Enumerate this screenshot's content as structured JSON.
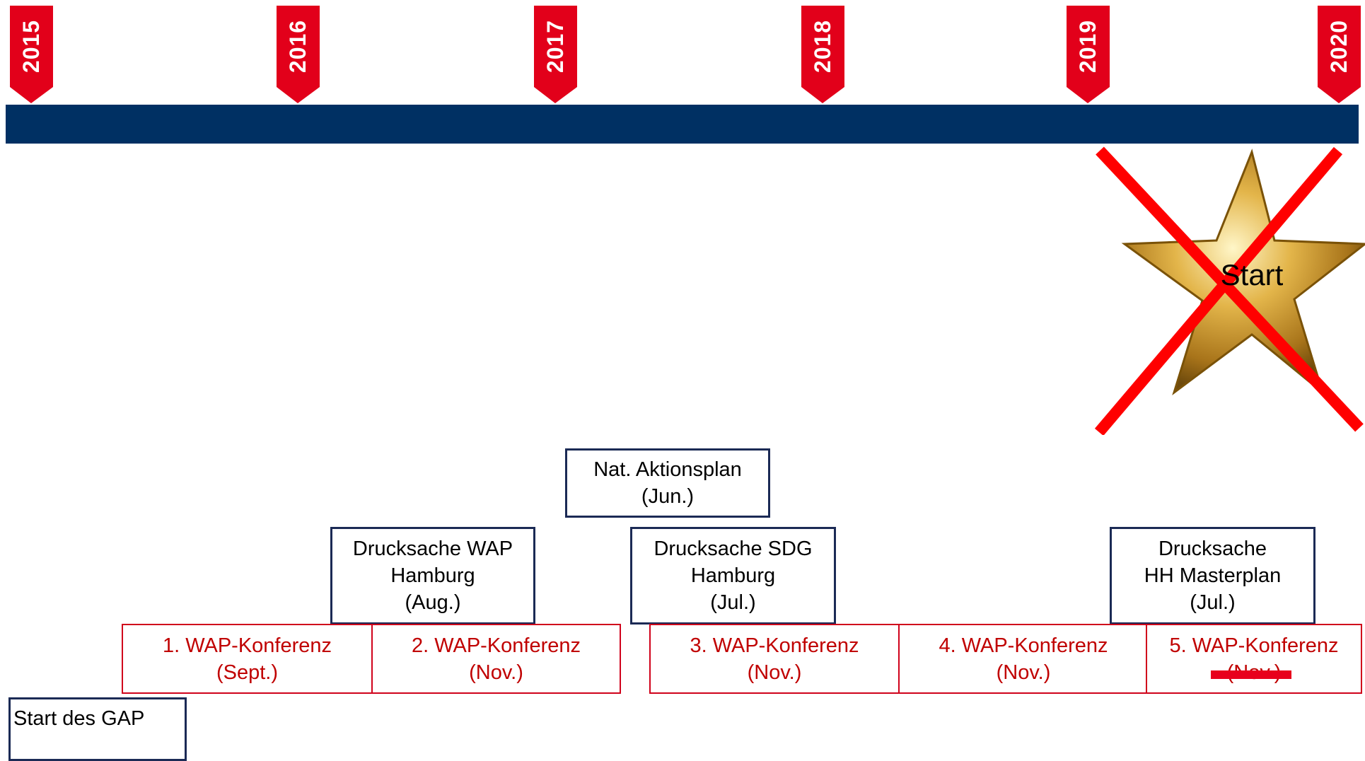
{
  "timeline": {
    "years": [
      "2015",
      "2016",
      "2017",
      "2018",
      "2019",
      "2020"
    ],
    "bar_color": "#003063",
    "flag_color": "#e2001a"
  },
  "star": {
    "label": "Start",
    "crossed_out": true,
    "cross_color": "#ff0000"
  },
  "documents": [
    {
      "line1": "Nat. Aktionsplan",
      "line2": "(Jun.)",
      "line3": ""
    },
    {
      "line1": "Drucksache WAP",
      "line2": "Hamburg",
      "line3": "(Aug.)"
    },
    {
      "line1": "Drucksache SDG",
      "line2": "Hamburg",
      "line3": "(Jul.)"
    },
    {
      "line1": "Drucksache",
      "line2": "HH Masterplan",
      "line3": "(Jul.)"
    }
  ],
  "conferences": [
    {
      "name": "1. WAP-Konferenz",
      "date": "(Sept.)"
    },
    {
      "name": "2. WAP-Konferenz",
      "date": "(Nov.)"
    },
    {
      "name": "3. WAP-Konferenz",
      "date": "(Nov.)"
    },
    {
      "name": "4. WAP-Konferenz",
      "date": "(Nov.)"
    },
    {
      "name": "5. WAP-Konferenz",
      "date": "(Nov.)",
      "struck": true
    }
  ],
  "gap_start": {
    "label": "Start des GAP"
  }
}
